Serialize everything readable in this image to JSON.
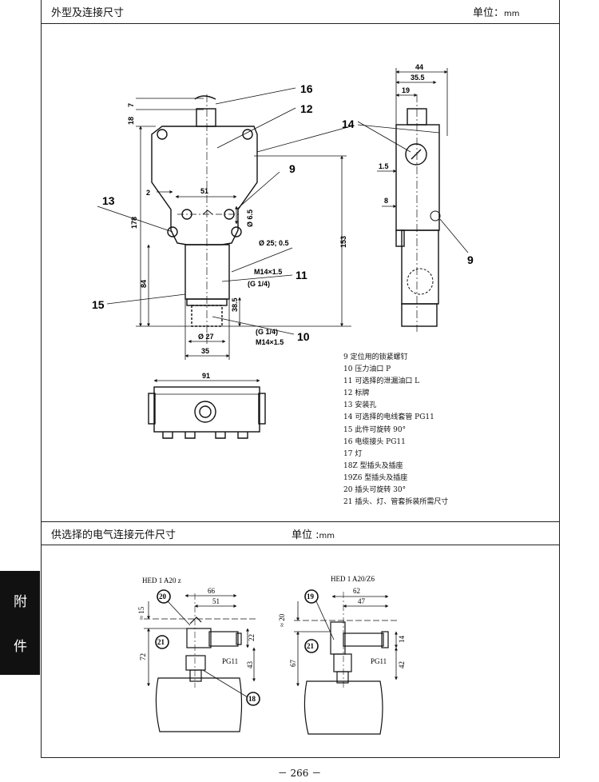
{
  "section1": {
    "title": "外型及连接尺寸",
    "unit_label": "单位：",
    "unit_value": "mm"
  },
  "section2": {
    "title": "供选择的电气连接元件尺寸",
    "unit_label": "单位 :",
    "unit_value": "mm"
  },
  "side_tab": {
    "char1": "附",
    "char2": "件"
  },
  "legend": [
    "9 定位用的锁紧螺钉",
    "10 压力油口 P",
    "11 可选择的泄漏油口 L",
    "12 标牌",
    "13 安装孔",
    "14 可选择的电线套管 PG11",
    "15 此件可旋转 90°",
    "16 电缆接头 PG11",
    "17 灯",
    "18Z 型插头及插座",
    "19Z6 型插头及插座",
    "20 插头可旋转 30°",
    "21 插头、灯、管套拆装所需尺寸"
  ],
  "drawing_front": {
    "callouts": {
      "c16": "16",
      "c12": "12",
      "c14": "14",
      "c9": "9",
      "c13": "13",
      "c11": "11",
      "c15": "15",
      "c10": "10"
    },
    "dims": {
      "d7": "7",
      "d18": "18",
      "d2": "2",
      "d51": "51",
      "d178": "178",
      "d84": "84",
      "d65": "Ø 6.5",
      "d25": "Ø 25; 0.5",
      "m14a": "M14×1.5",
      "g14a": "(G 1/4)",
      "d385": "38.5",
      "d153": "153",
      "g14b": "(G 1/4)",
      "m14b": "M14×1.5",
      "d27": "Ø 27",
      "d35": "35"
    }
  },
  "drawing_side": {
    "callouts": {
      "c14": "14",
      "c9": "9"
    },
    "dims": {
      "d44": "44",
      "d355": "35.5",
      "d19": "19",
      "d15": "1.5",
      "d8": "8"
    }
  },
  "drawing_top": {
    "dims": {
      "d91": "91"
    }
  },
  "connector_a": {
    "title": "HED 1 A20 z",
    "dims": {
      "d66": "66",
      "d51": "51",
      "d15": "≈ 15",
      "d72": "72",
      "d22": "22",
      "d43": "43",
      "pg": "PG11"
    },
    "callouts": {
      "c20": "20",
      "c21": "21",
      "c18": "18"
    }
  },
  "connector_b": {
    "title": "HED  1  A20/Z6",
    "dims": {
      "d62": "62",
      "d47": "47",
      "d20": "≈ 20",
      "d67": "67",
      "d14": "14",
      "d42": "42",
      "pg": "PG11"
    },
    "callouts": {
      "c19": "19",
      "c21": "21"
    }
  },
  "page_number": "－ 266 －"
}
